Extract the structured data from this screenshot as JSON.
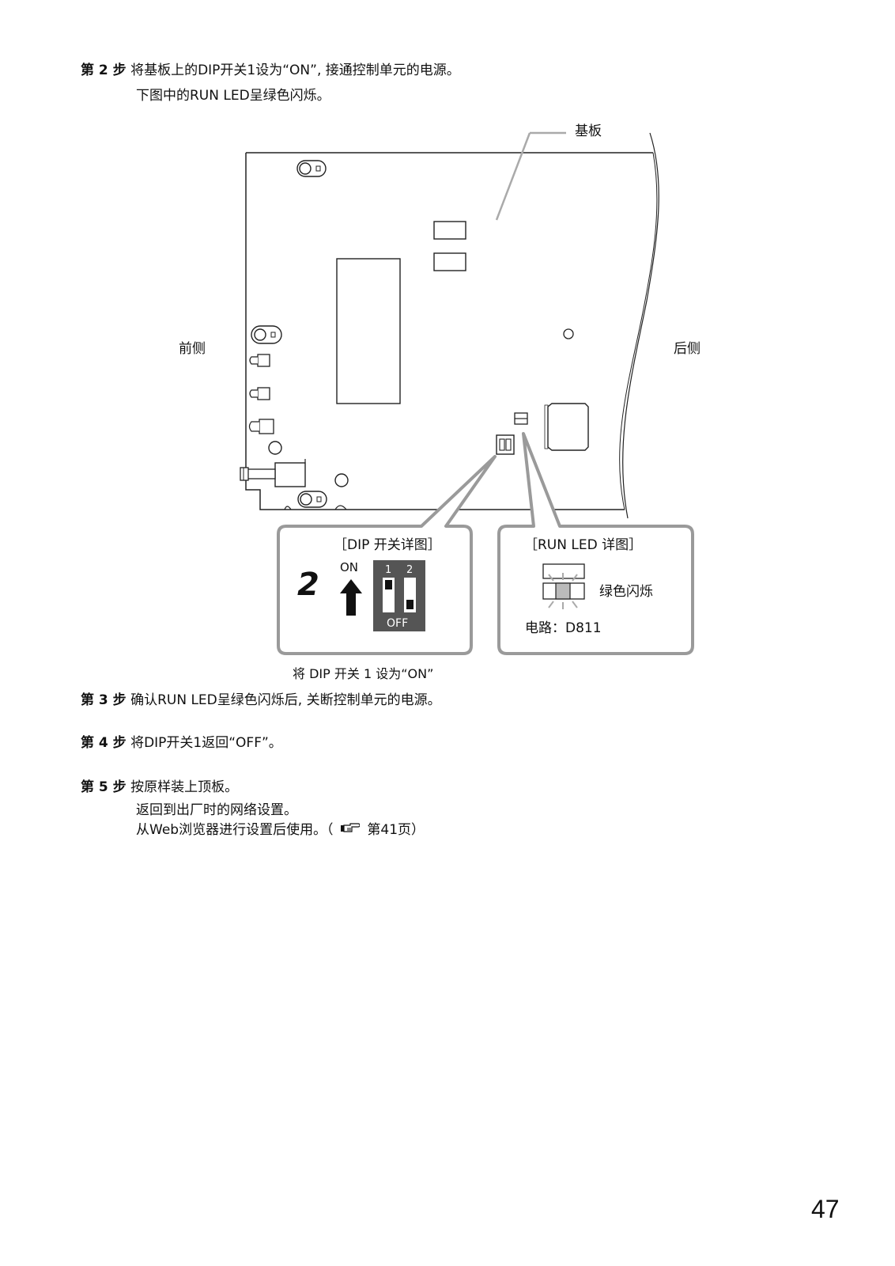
{
  "step2": {
    "label": "第 2 步",
    "line1": "将基板上的DIP开关1设为“ON”, 接通控制单元的电源。",
    "line2": "下图中的RUN LED呈绿色闪烁。"
  },
  "figure": {
    "board_label": "基板",
    "front_label": "前侧",
    "rear_label": "后侧",
    "dip_detail": {
      "title": "［DIP 开关详图］",
      "step_number": "2",
      "on_label": "ON",
      "switch_numbers": [
        "1",
        "2"
      ],
      "off_label": "OFF"
    },
    "led_detail": {
      "title": "［RUN LED 详图］",
      "status": "绿色闪烁",
      "circuit": "电路：D811"
    },
    "caption": "将 DIP 开关 1 设为“ON”",
    "colors": {
      "callout_border": "#9a9a9a",
      "switch_body": "#555555"
    }
  },
  "step3": {
    "label": "第 3 步",
    "text": "确认RUN LED呈绿色闪烁后, 关断控制单元的电源。"
  },
  "step4": {
    "label": "第 4 步",
    "text": "将DIP开关1返回“OFF”。"
  },
  "step5": {
    "label": "第 5 步",
    "text": "按原样装上顶板。",
    "line2": "返回到出厂时的网络设置。",
    "line3_prefix": "从Web浏览器进行设置后使用。（",
    "ref_icon": "pointing-hand-icon",
    "line3_ref": "第41页）"
  },
  "page_number": "47"
}
